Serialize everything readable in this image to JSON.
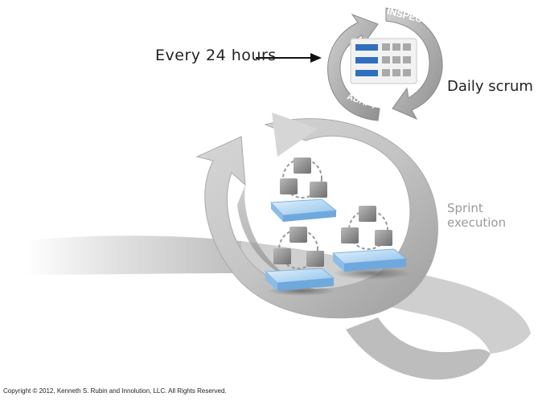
{
  "labels": {
    "every_24_hours": "Every 24 hours",
    "daily_scrum": "Daily scrum",
    "sprint_execution": "Sprint execution",
    "inspect": "INSPECT",
    "adapt": "ADAPT"
  },
  "footer": {
    "copyright": "Copyright © 2012, Kenneth S. Rubin and Innolution, LLC. All Rights Reserved."
  },
  "colors": {
    "arrow_gray": "#c8c8c8",
    "arrow_dark": "#8f8f8f",
    "platform_blue": "#a9d3f2",
    "bar_blue": "#2f6fbf",
    "label_text": "#222222",
    "muted_text": "#9a9a9a"
  }
}
